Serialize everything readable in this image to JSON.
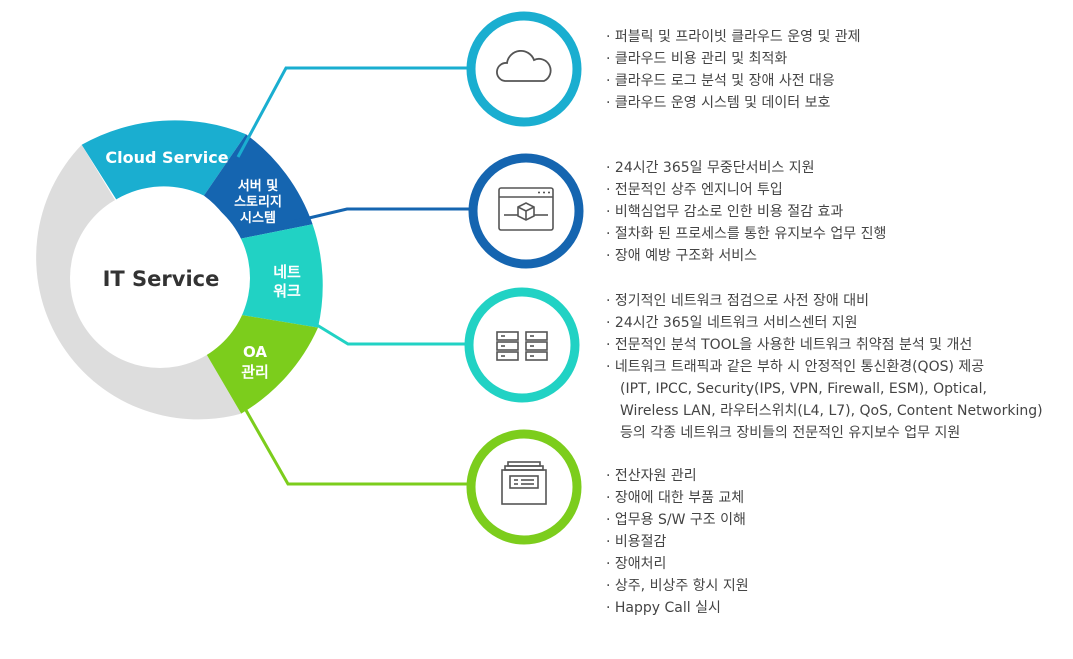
{
  "center": {
    "title": "IT Service"
  },
  "segments": [
    {
      "key": "cloud",
      "lines": [
        "Cloud Service"
      ],
      "color": "#1aaed0"
    },
    {
      "key": "server",
      "lines": [
        "서버 및",
        "스토리지",
        "시스템"
      ],
      "color": "#1565b0"
    },
    {
      "key": "network",
      "lines": [
        "네트",
        "워크"
      ],
      "color": "#21d2c4"
    },
    {
      "key": "oa",
      "lines": [
        "OA",
        "관리"
      ],
      "color": "#7ccd1c"
    }
  ],
  "ring_color": "#dddddd",
  "icons": [
    {
      "key": "cloud",
      "icon": "cloud-icon",
      "color": "#1aaed0"
    },
    {
      "key": "server",
      "icon": "browser-box-icon",
      "color": "#1565b0"
    },
    {
      "key": "network",
      "icon": "server-rack-icon",
      "color": "#21d2c4"
    },
    {
      "key": "oa",
      "icon": "archive-box-icon",
      "color": "#7ccd1c"
    }
  ],
  "lists": {
    "cloud": [
      "퍼블릭 및 프라이빗 클라우드 운영 및 관제",
      "클라우드 비용 관리 및 최적화",
      "클라우드 로그 분석 및 장애 사전 대응",
      "클라우드 운영 시스템 및 데이터 보호"
    ],
    "server": [
      "24시간 365일 무중단서비스 지원",
      "전문적인 상주 엔지니어 투입",
      "비핵심업무 감소로 인한 비용 절감 효과",
      "절차화 된 프로세스를 통한 유지보수 업무 진행",
      "장애 예방 구조화 서비스"
    ],
    "network": [
      "정기적인 네트워크 점검으로 사전 장애 대비",
      "24시간 365일 네트워크 서비스센터 지원",
      "전문적인 분석 TOOL을 사용한 네트워크 취약점 분석 및 개선",
      "네트워크 트래픽과 같은 부하 시 안정적인 통신환경(QOS) 제공"
    ],
    "network_cont": [
      "(IPT, IPCC, Security(IPS, VPN, Firewall, ESM), Optical,",
      " Wireless LAN, 라우터스위치(L4, L7),  QoS, Content Networking)",
      " 등의 각종 네트워크 장비들의 전문적인 유지보수 업무 지원"
    ],
    "oa": [
      "전산자원 관리",
      "장애에 대한 부품 교체",
      "업무용 S/W 구조 이해",
      "비용절감",
      "장애처리",
      "상주, 비상주 항시 지원",
      "Happy Call 실시"
    ]
  }
}
